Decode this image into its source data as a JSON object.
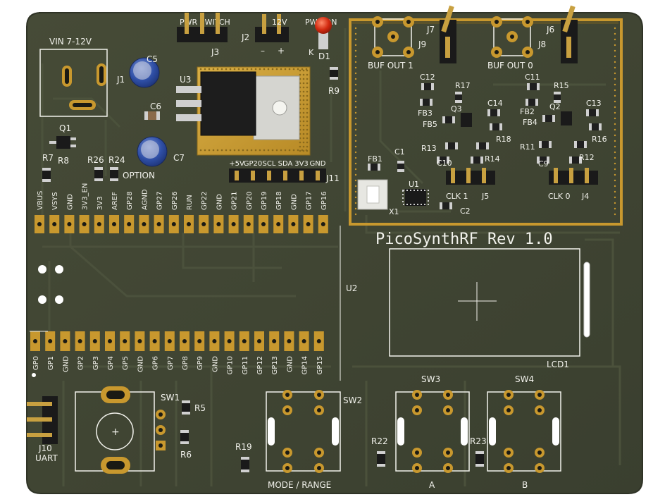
{
  "title": "PicoSynthRF Rev 1.0",
  "colors": {
    "board": "#3f4432",
    "board_edge": "#2f3326",
    "silk": "#f2f2ec",
    "gold": "#c8982e",
    "gold_dark": "#8a6a1c"
  },
  "labels": {
    "vin": "VIN 7-12V",
    "j1": "J1",
    "pwr_switch": "PWR SWITCH",
    "j3": "J3",
    "j2": "J2",
    "v12": "12V",
    "minus": "–",
    "plus": "+",
    "pwr_on": "PWR ON",
    "k": "K",
    "d1": "D1",
    "u3": "U3",
    "c5": "C5",
    "c6": "C6",
    "c7": "C7",
    "q1": "Q1",
    "r7": "R7",
    "r8": "R8",
    "r26": "R26",
    "r24": "R24",
    "option": "OPTION",
    "r9": "R9",
    "j11": "J11",
    "buf_out_1": "BUF OUT 1",
    "buf_out_0": "BUF OUT 0",
    "j9": "J9",
    "j8": "J8",
    "j7": "J7",
    "j6": "J6",
    "c12": "C12",
    "r17": "R17",
    "c11": "C11",
    "r15": "R15",
    "c14": "C14",
    "c13": "C13",
    "fb3": "FB3",
    "fb2": "FB2",
    "q3": "Q3",
    "q2": "Q2",
    "fb5": "FB5",
    "fb4": "FB4",
    "r18": "R18",
    "r16": "R16",
    "r13": "R13",
    "r11": "R11",
    "r14": "R14",
    "r12": "R12",
    "c10": "C10",
    "c9": "C9",
    "fb1": "FB1",
    "c1": "C1",
    "u1": "U1",
    "x1": "X1",
    "c2": "C2",
    "clk1": "CLK 1",
    "j5": "J5",
    "clk0": "CLK 0",
    "j4": "J4",
    "u2": "U2",
    "lcd1": "LCD1",
    "sw1": "SW1",
    "r5": "R5",
    "r6": "R6",
    "j10": "J10",
    "uart": "UART",
    "r19": "R19",
    "sw2": "SW2",
    "mode_range": "MODE / RANGE",
    "sw3": "SW3",
    "sw4": "SW4",
    "r22": "R22",
    "r23": "R23",
    "btn_a": "A",
    "btn_b": "B"
  },
  "j11_pins": [
    "+5V",
    "GP20",
    "SCL",
    "SDA",
    "3V3",
    "GND"
  ],
  "top_pins": [
    "VBUS",
    "VSYS",
    "GND",
    "3V3_EN",
    "3V3",
    "AREF",
    "GP28",
    "AGND",
    "GP27",
    "GP26",
    "RUN",
    "GP22",
    "GND",
    "GP21",
    "GP20",
    "GP19",
    "GP18",
    "GND",
    "GP17",
    "GP16"
  ],
  "bottom_pins": [
    "GP0",
    "GP1",
    "GND",
    "GP2",
    "GP3",
    "GP4",
    "GP5",
    "GND",
    "GP6",
    "GP7",
    "GP8",
    "GP9",
    "GND",
    "GP10",
    "GP11",
    "GP12",
    "GP13",
    "GND",
    "GP14",
    "GP15"
  ]
}
